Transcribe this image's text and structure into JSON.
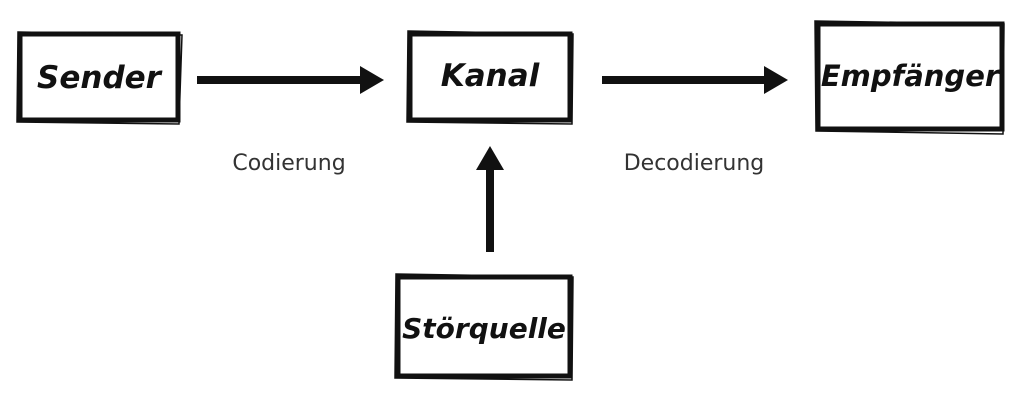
{
  "diagram": {
    "nodes": {
      "sender": "Sender",
      "channel": "Kanal",
      "receiver": "Empfänger",
      "noise": "Störquelle"
    },
    "edges": {
      "encoding": "Codierung",
      "decoding": "Decodierung"
    },
    "colors": {
      "ink": "#111111",
      "label": "#333333",
      "background": "#ffffff"
    }
  }
}
